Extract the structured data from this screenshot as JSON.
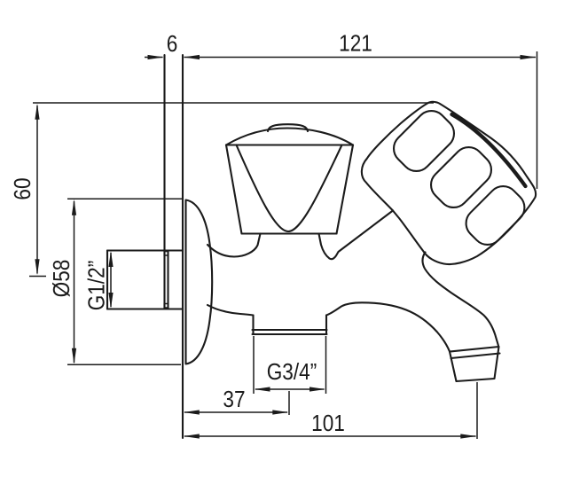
{
  "image": {
    "kind": "technical dimension drawing",
    "subject": "wall-mounted bibcock tap with knurled handle, side view with dimensions",
    "background_color": "#ffffff",
    "line_color": "#1b1b1b"
  },
  "labels": {
    "wall_thickness": "6",
    "overall_depth": "121",
    "height_above_axis": "60",
    "flange_diameter": "Ø58",
    "inlet_thread": "G1/2”",
    "outlet_thread": "G3/4”",
    "outlet_offset": "37",
    "spout_reach": "101"
  }
}
